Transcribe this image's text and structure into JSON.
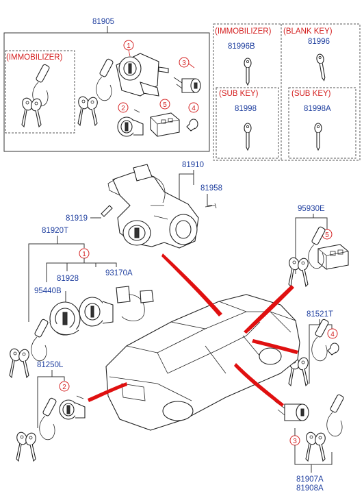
{
  "diagram": {
    "part_numbers": {
      "assembly": "81905",
      "key_immobilizer": "81996B",
      "key_blank": "81996",
      "sub_key_1": "81998",
      "sub_key_2": "81998A",
      "ign_lock": "81910",
      "bolt": "81958",
      "screw": "81919",
      "ign_set": "81920T",
      "lock_cyl": "81928",
      "housing": "95440B",
      "switch_harness": "93170A",
      "trunk_set": "81250L",
      "door_set": "81521T",
      "antenna": "95930E",
      "door_lh": "81907A",
      "door_rh": "81908A"
    },
    "labels": {
      "immobilizer_left": "(IMMOBILIZER)",
      "immobilizer_right": "(IMMOBILIZER)",
      "blank_key": "(BLANK KEY)",
      "sub_key_1": "(SUB KEY)",
      "sub_key_2": "(SUB KEY)"
    },
    "callouts": {
      "c1": "1",
      "c2": "2",
      "c3": "3",
      "c4": "4",
      "c5": "5",
      "c1b": "1",
      "c2b": "2",
      "c3b": "3",
      "c4b": "4",
      "c5b": "5"
    },
    "colors": {
      "part_number": "#1f3f9f",
      "callout": "#d42020",
      "pointer": "#e01010"
    }
  }
}
